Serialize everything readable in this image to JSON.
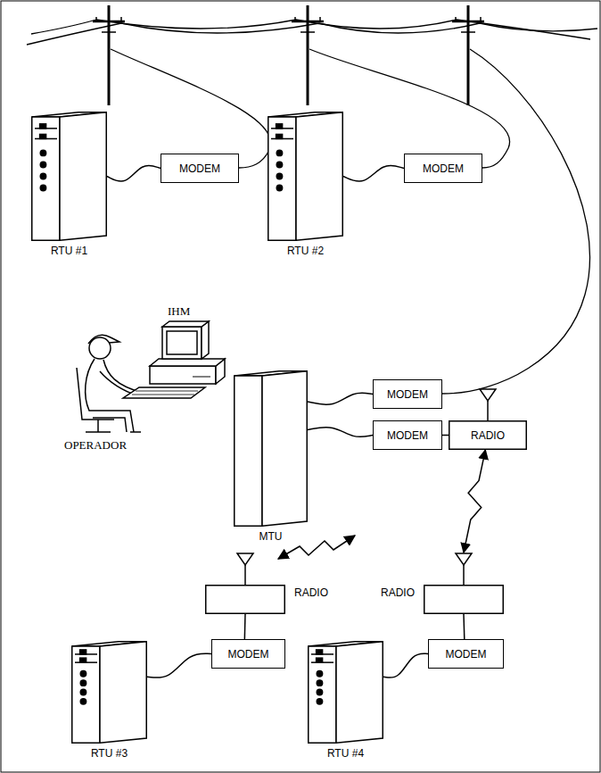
{
  "diagram": {
    "nodes": [
      {
        "text": [
          "RTU #1"
        ]
      },
      {
        "text": [
          "MODEM"
        ]
      },
      {
        "text": [
          "RTU #2"
        ]
      },
      {
        "text": [
          "MODEM"
        ]
      },
      {
        "text": [
          "MTU"
        ]
      },
      {
        "text": [
          "MODEM"
        ]
      },
      {
        "text": [
          "MODEM"
        ]
      },
      {
        "text": [
          "RADIO"
        ]
      },
      {
        "text": [
          "RADIO"
        ]
      },
      {
        "text": [
          "RADIO"
        ]
      },
      {
        "text": [
          "MODEM"
        ]
      },
      {
        "text": [
          "MODEM"
        ]
      },
      {
        "text": [
          "RTU #3"
        ]
      },
      {
        "text": [
          "RTU #4"
        ]
      }
    ],
    "edges": [
      {
        "from": 0,
        "to": 1,
        "arrow": "none"
      },
      {
        "from": 2,
        "to": 3,
        "arrow": "none"
      },
      {
        "from": 4,
        "to": 5,
        "arrow": "none"
      },
      {
        "from": 4,
        "to": 6,
        "arrow": "none"
      },
      {
        "from": 6,
        "to": 7,
        "arrow": "none"
      },
      {
        "from": 7,
        "to": 9,
        "arrow": "both"
      },
      {
        "from": 8,
        "to": 10,
        "arrow": "none"
      },
      {
        "from": 9,
        "to": 11,
        "arrow": "none"
      },
      {
        "from": 10,
        "to": 12,
        "arrow": "none"
      },
      {
        "from": 11,
        "to": 13,
        "arrow": "none"
      }
    ],
    "labels": [
      "IHM",
      "OPERADOR"
    ]
  }
}
